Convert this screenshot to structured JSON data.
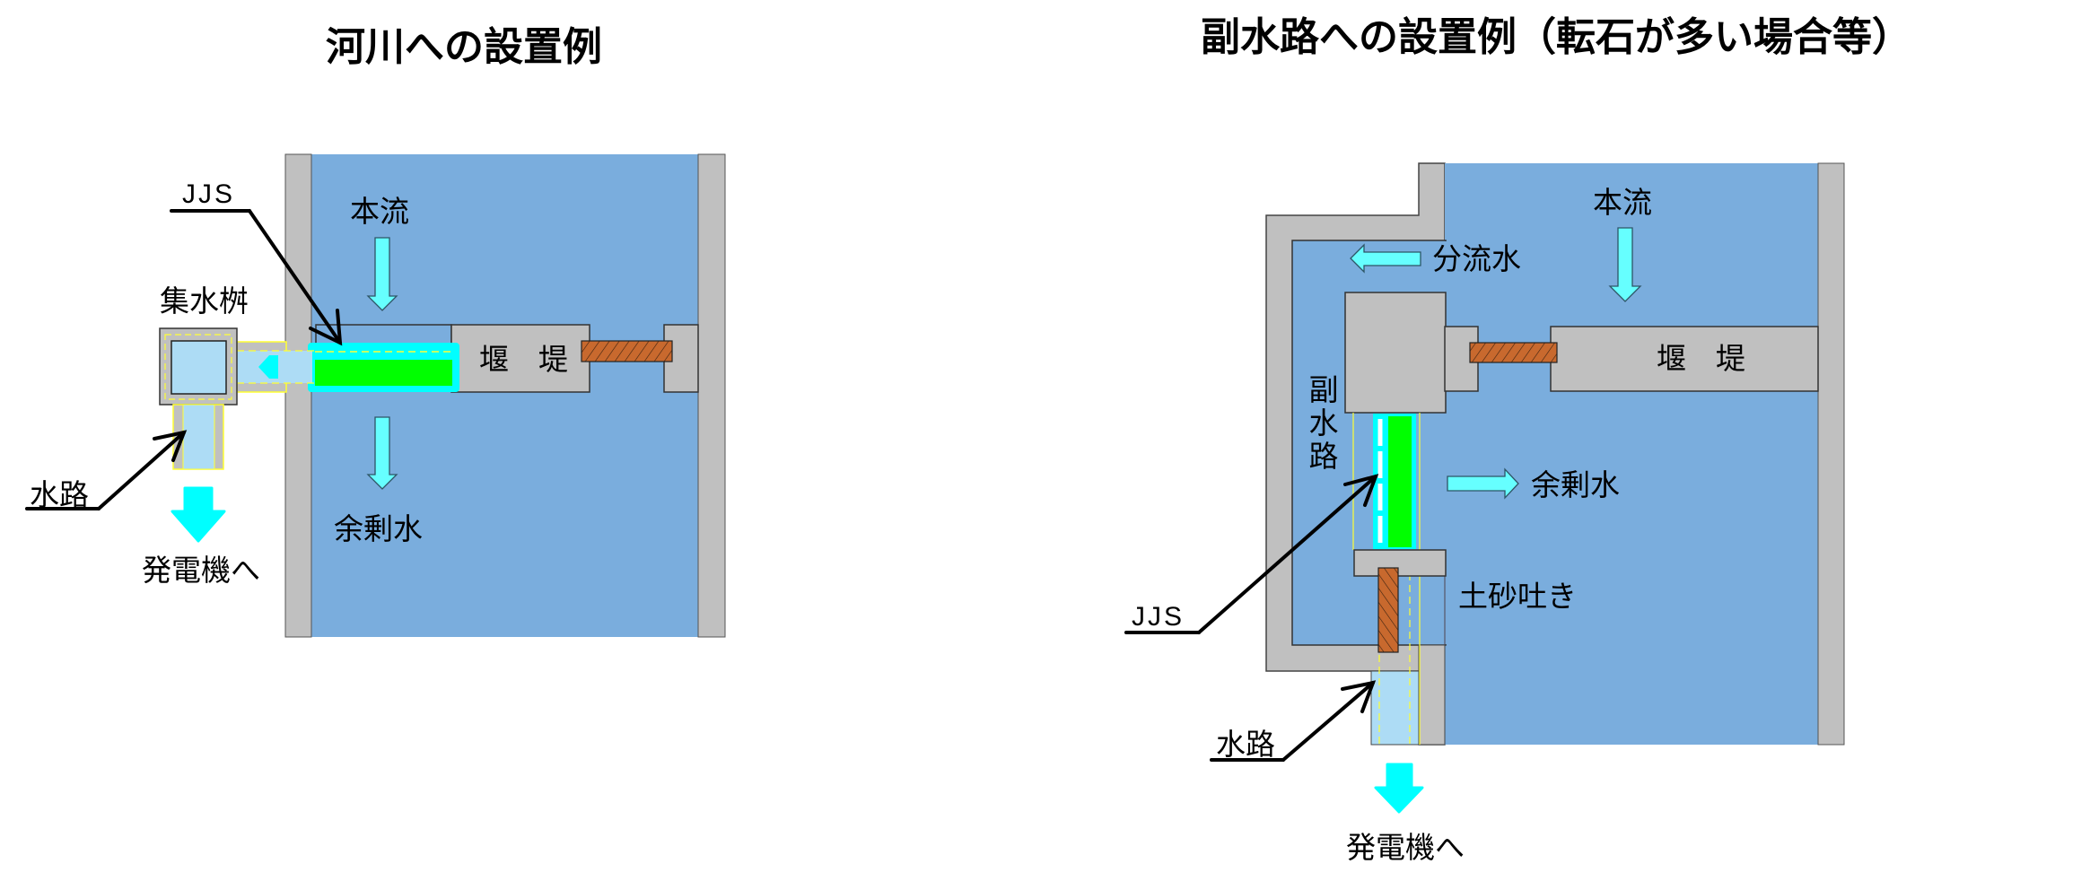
{
  "colors": {
    "water": "#7AADDD",
    "wall": "#C0C0C0",
    "channel": "#ADDCF5",
    "jjs_frame": "#00FFFF",
    "jjs_screen": "#00FF00",
    "flow_arrow": "#66FFFF",
    "gate": "#C8692E",
    "guide_line": "#FFFF33"
  },
  "left_diagram": {
    "title": "河川への設置例",
    "labels": {
      "jjs": "JJS",
      "main_flow": "本流",
      "collection_box": "集水桝",
      "weir": "堰　堤",
      "surplus": "余剰水",
      "waterway": "水路",
      "to_generator": "発電機へ"
    }
  },
  "right_diagram": {
    "title": "副水路への設置例（転石が多い場合等）",
    "labels": {
      "main_flow": "本流",
      "diverted": "分流水",
      "weir": "堰　堤",
      "side_channel": [
        "副",
        "水",
        "路"
      ],
      "surplus": "余剰水",
      "sediment_gate": "土砂吐き",
      "jjs": "JJS",
      "waterway": "水路",
      "to_generator": "発電機へ"
    }
  }
}
